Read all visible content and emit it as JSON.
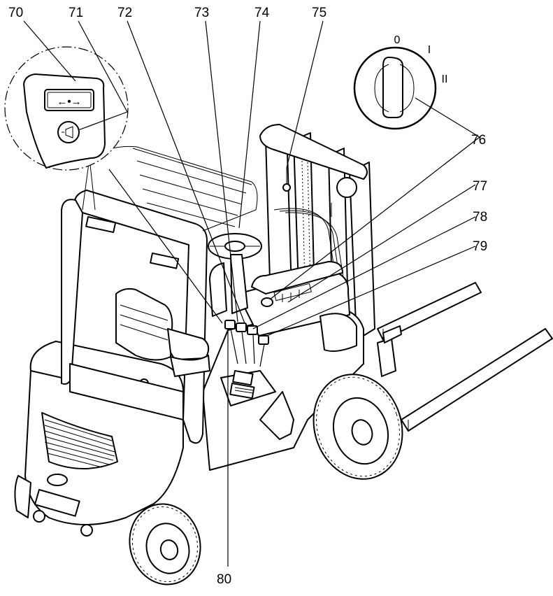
{
  "callouts": {
    "c70": "70",
    "c71": "71",
    "c72": "72",
    "c73": "73",
    "c74": "74",
    "c75": "75",
    "c76": "76",
    "c77": "77",
    "c78": "78",
    "c79": "79",
    "c80": "80"
  },
  "key_switch": {
    "pos_0": "0",
    "pos_I": "I",
    "pos_II": "II"
  }
}
